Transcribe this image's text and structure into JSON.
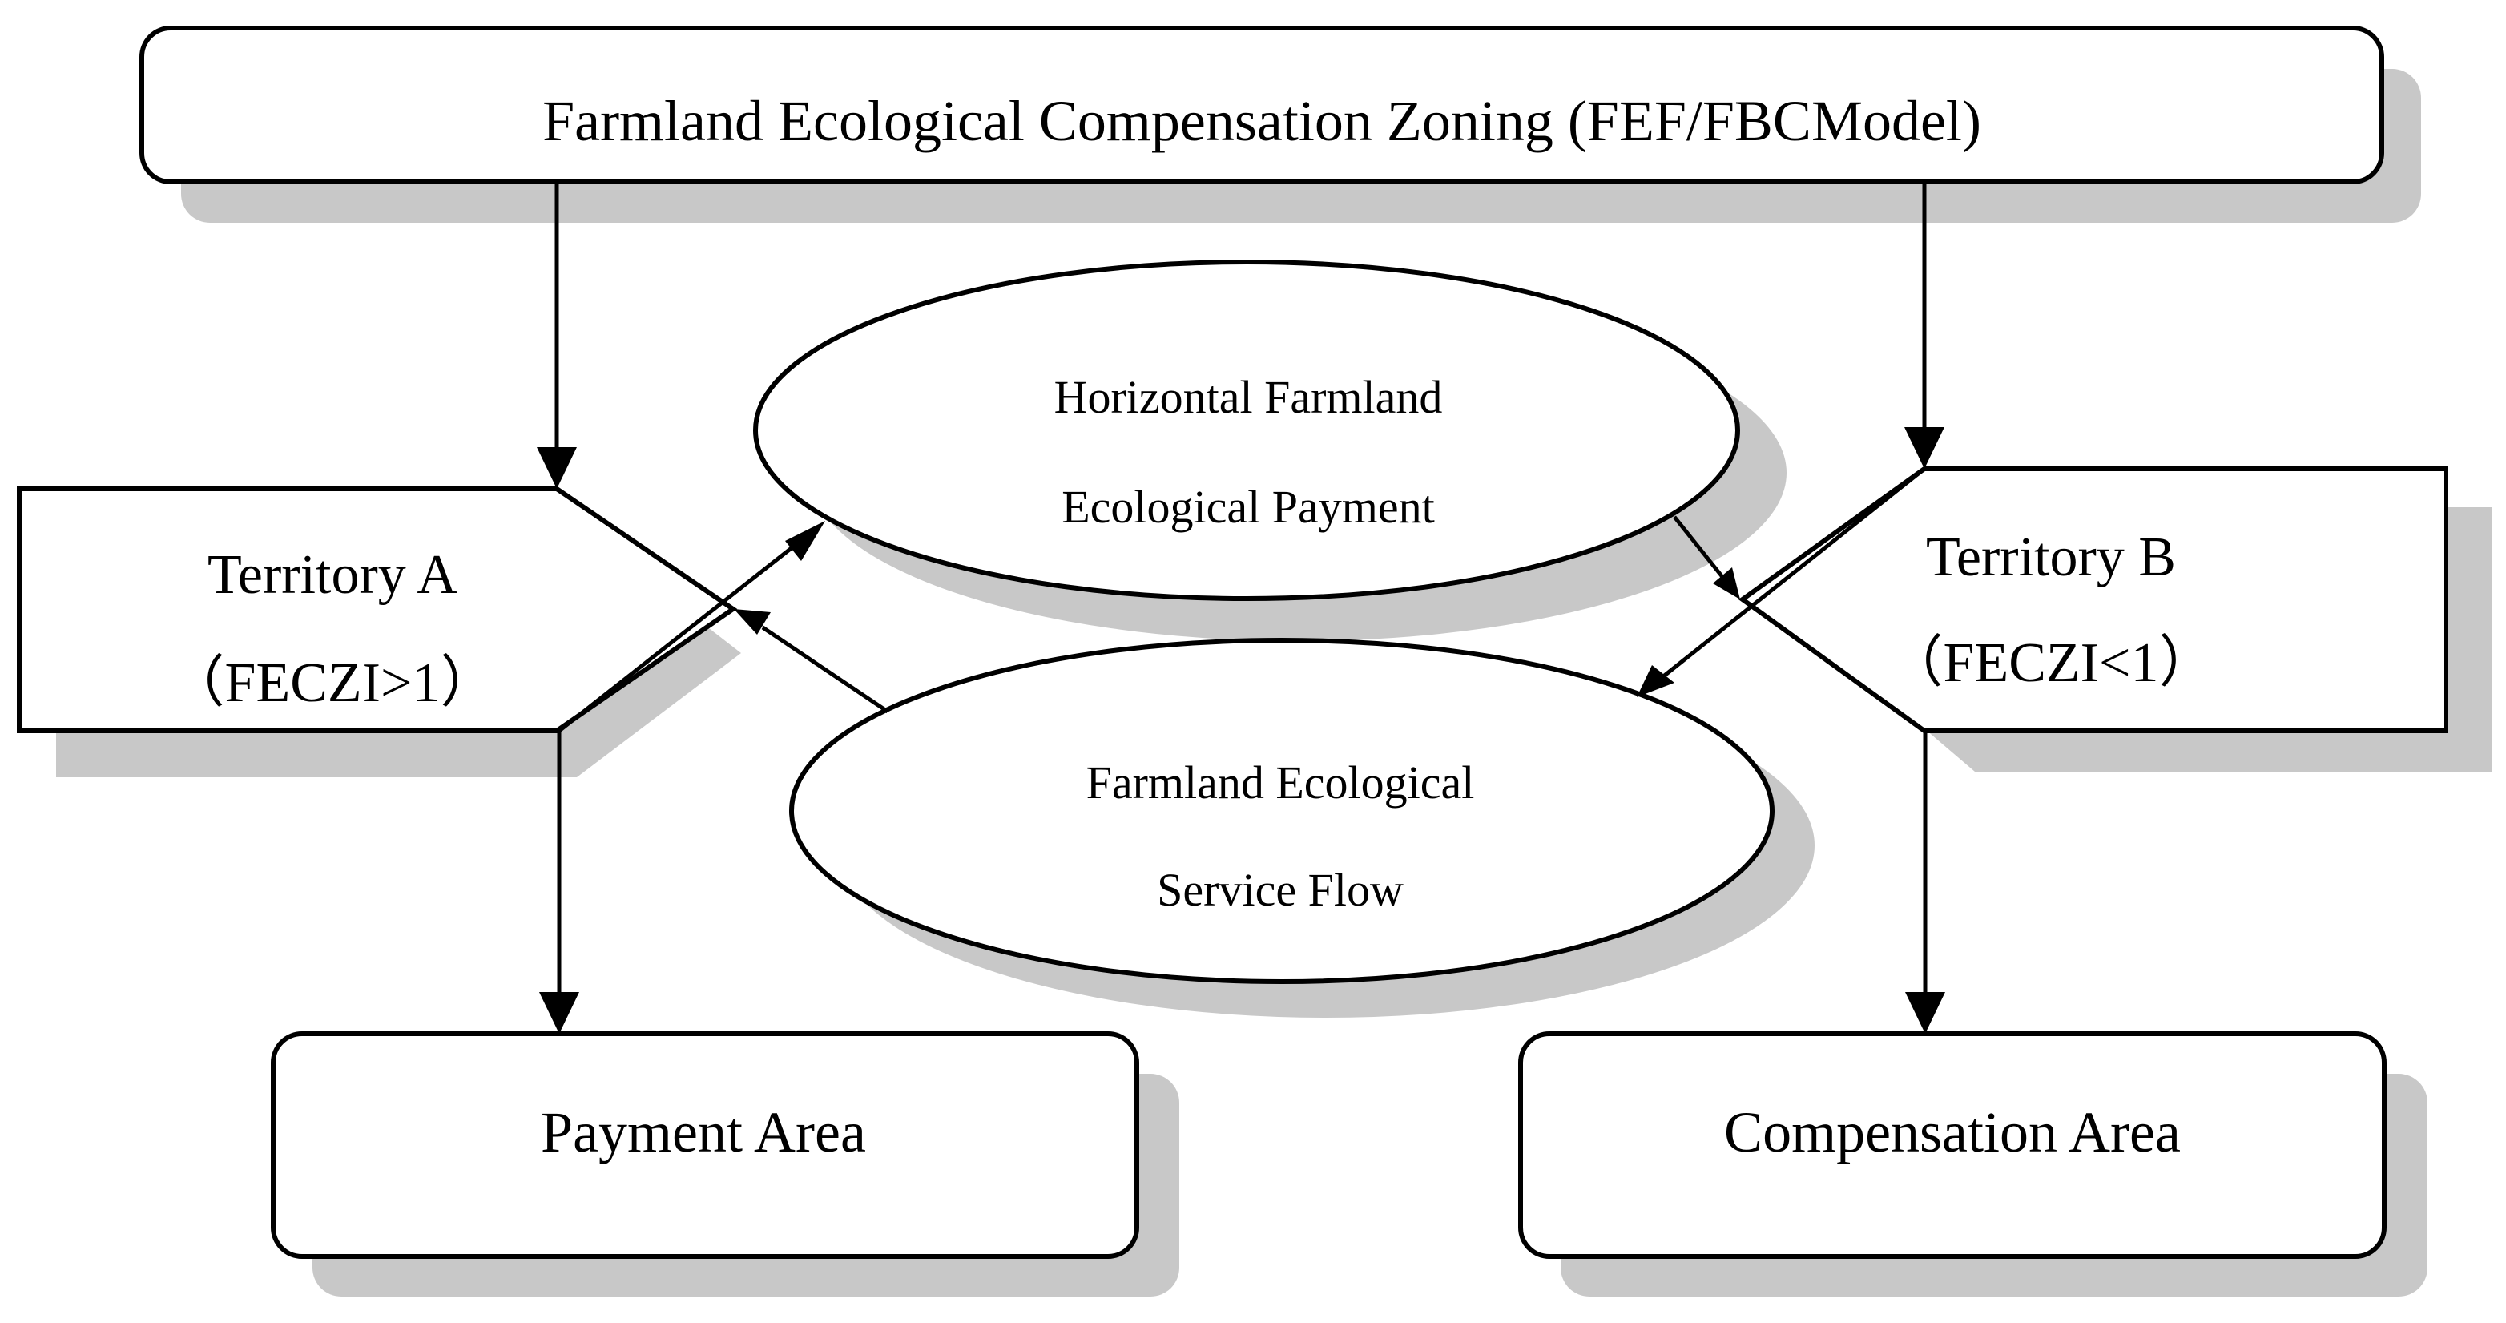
{
  "title_box": {
    "label": "Farmland Ecological Compensation Zoning (FEF/FBCModel)"
  },
  "territory_a": {
    "name": "Territory A",
    "condition": "（FECZI>1）"
  },
  "territory_b": {
    "name": "Territory B",
    "condition": "（FECZI<1）"
  },
  "payment_ellipse": {
    "line1": "Horizontal Farmland",
    "line2": "Ecological Payment"
  },
  "service_ellipse": {
    "line1": "Farmland Ecological",
    "line2": "Service Flow"
  },
  "payment_area": {
    "label": "Payment Area"
  },
  "compensation_area": {
    "label": "Compensation Area"
  },
  "colors": {
    "stroke": "#000000",
    "shadow": "#c8c8c8",
    "fill": "#ffffff"
  }
}
